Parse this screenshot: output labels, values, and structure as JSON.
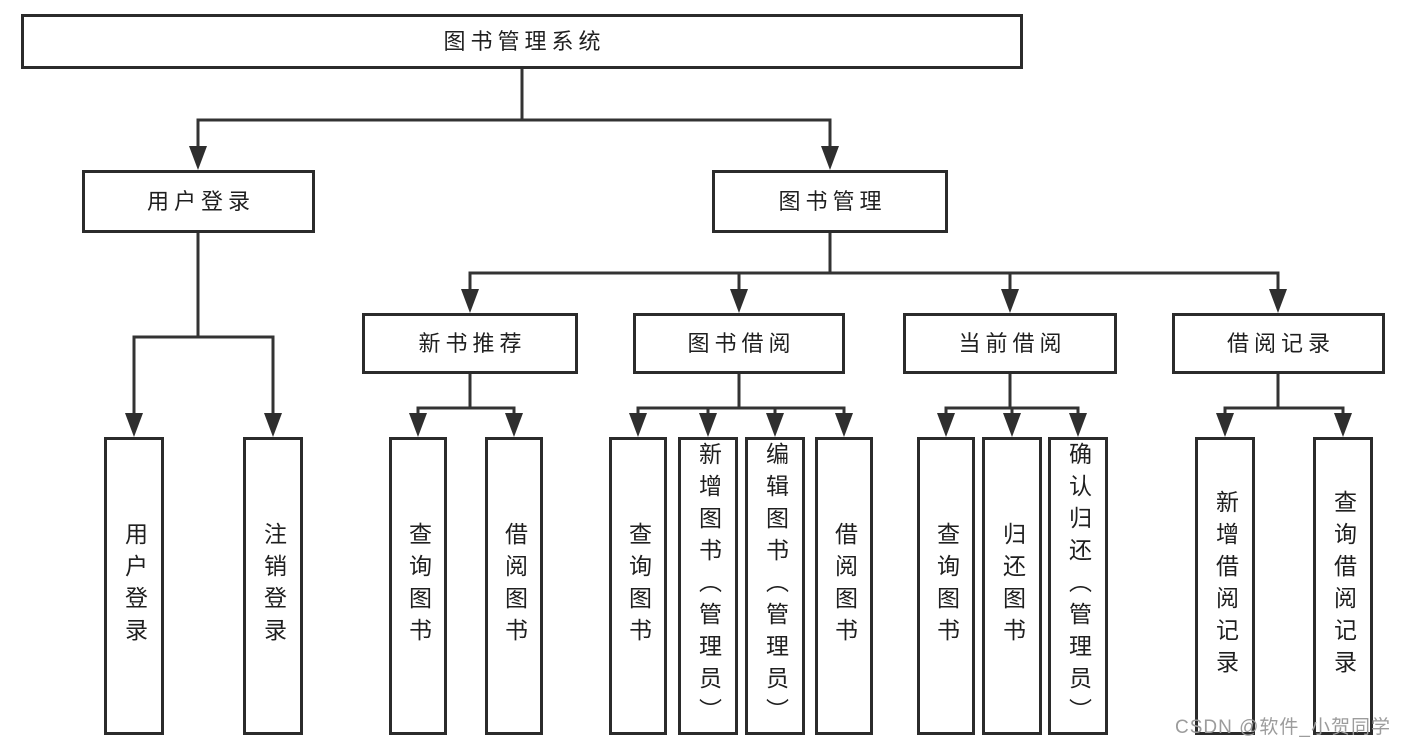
{
  "diagram_type": "hierarchy-tree",
  "colors": {
    "line": "#333333",
    "box_border": "#2b2b2b",
    "box_fill": "#ffffff",
    "text": "#1f1f1f",
    "watermark": "#9c9c9c"
  },
  "watermark": {
    "text": "CSDN @软件_小贺同学"
  },
  "tree": {
    "label": "图书管理系统",
    "children": [
      {
        "label": "用户登录",
        "children": [
          {
            "label": "用户登录"
          },
          {
            "label": "注销登录"
          }
        ]
      },
      {
        "label": "图书管理",
        "children": [
          {
            "label": "新书推荐",
            "children": [
              {
                "label": "查询图书"
              },
              {
                "label": "借阅图书"
              }
            ]
          },
          {
            "label": "图书借阅",
            "children": [
              {
                "label": "查询图书"
              },
              {
                "label": "新增图书（管理员）"
              },
              {
                "label": "编辑图书（管理员）"
              },
              {
                "label": "借阅图书"
              }
            ]
          },
          {
            "label": "当前借阅",
            "children": [
              {
                "label": "查询图书"
              },
              {
                "label": "归还图书"
              },
              {
                "label": "确认归还（管理员）"
              }
            ]
          },
          {
            "label": "借阅记录",
            "children": [
              {
                "label": "新增借阅记录"
              },
              {
                "label": "查询借阅记录"
              }
            ]
          }
        ]
      }
    ]
  }
}
